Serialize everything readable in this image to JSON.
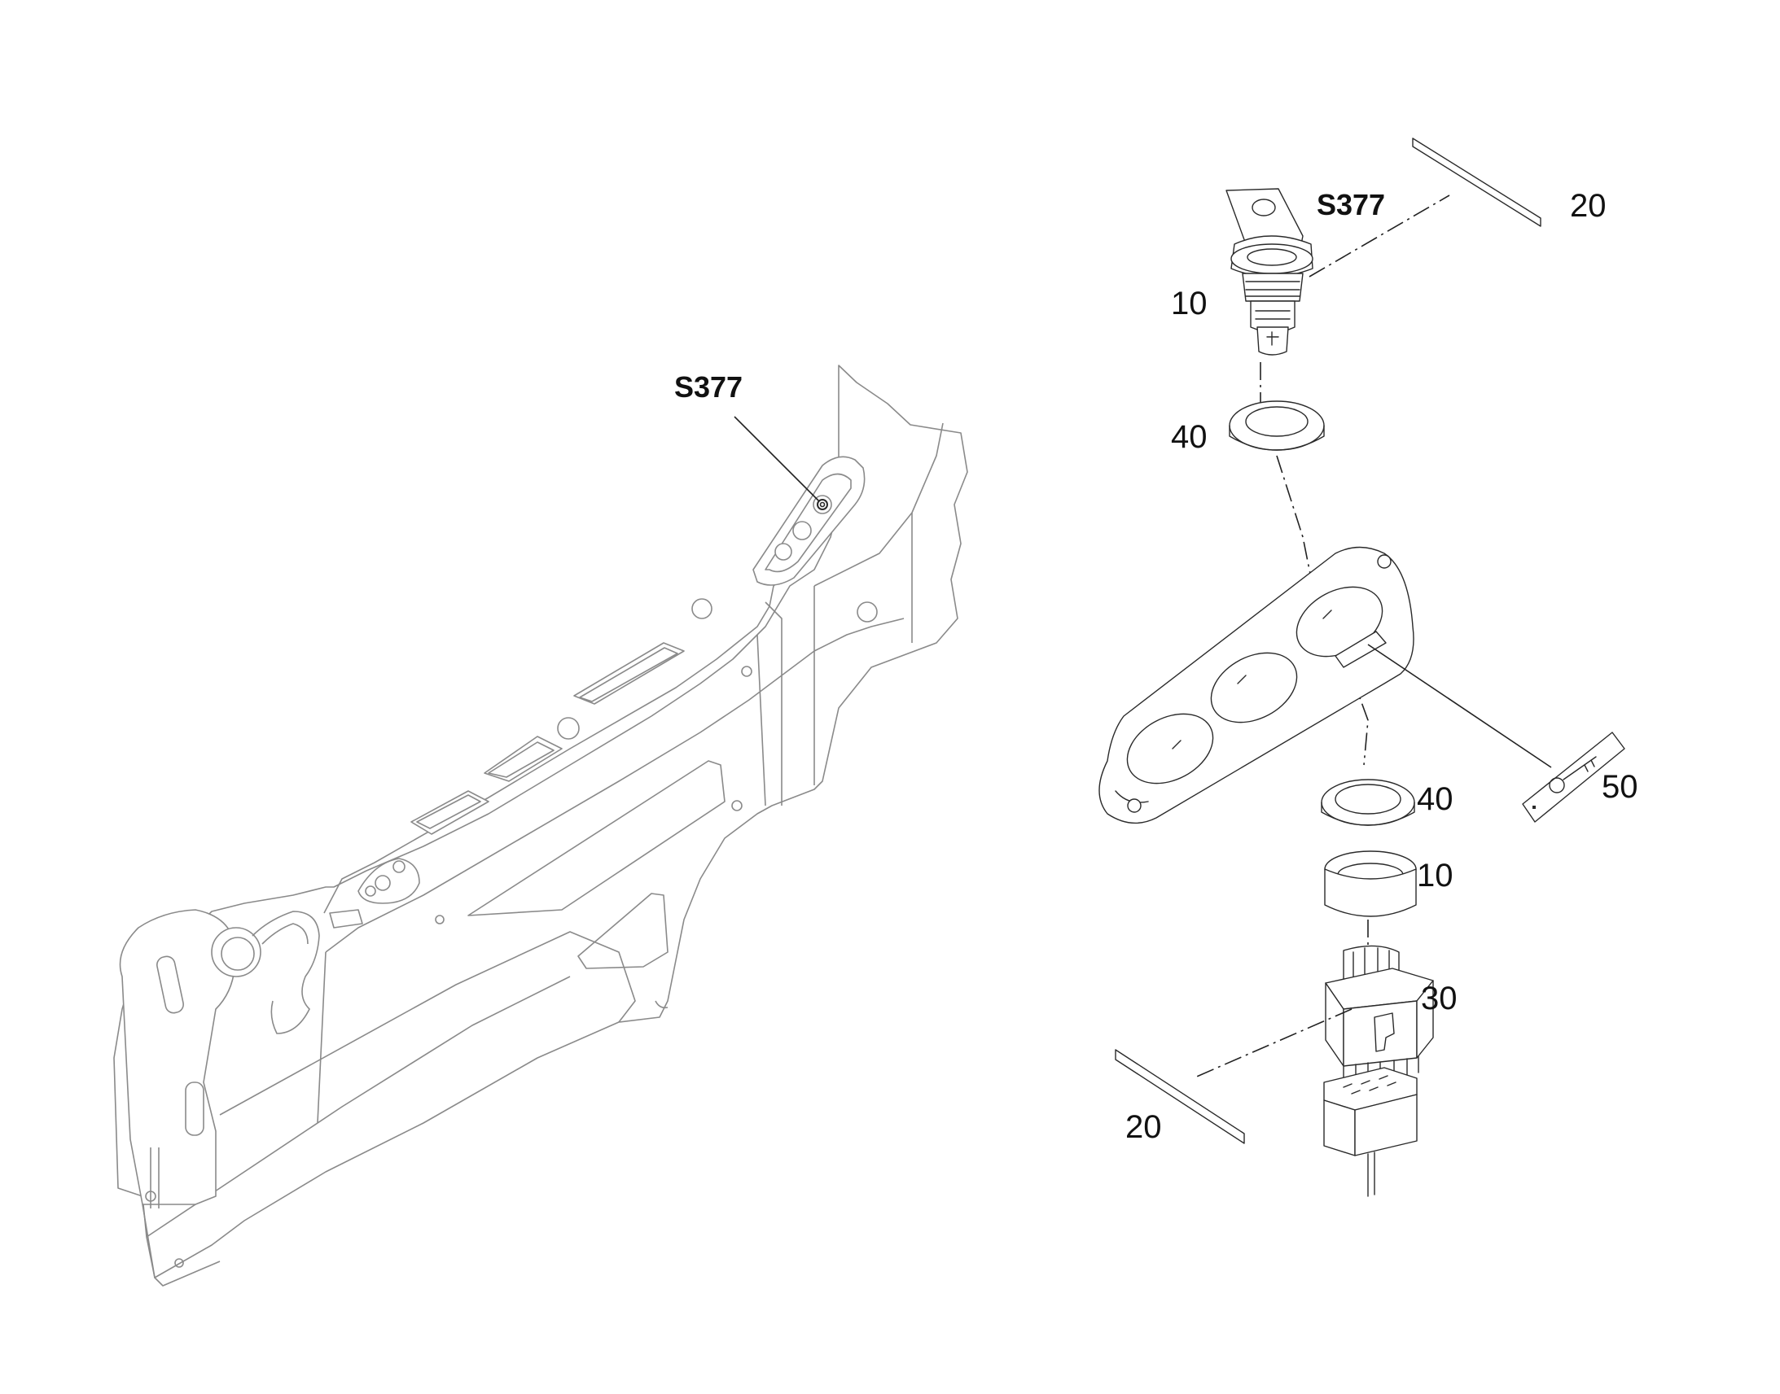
{
  "callouts": {
    "assembly_tag": "S377",
    "key_switch_tag": "S377",
    "key_switch_item": "10",
    "strip_top_item": "20",
    "nut_top_item": "40",
    "nut_bottom_item": "40",
    "cap_item": "10",
    "contact_block_item": "30",
    "strip_bottom_item": "20",
    "key_label_item": "50"
  },
  "colors": {
    "line": "#2a2a2a",
    "background_part": "#8a8a8a"
  }
}
